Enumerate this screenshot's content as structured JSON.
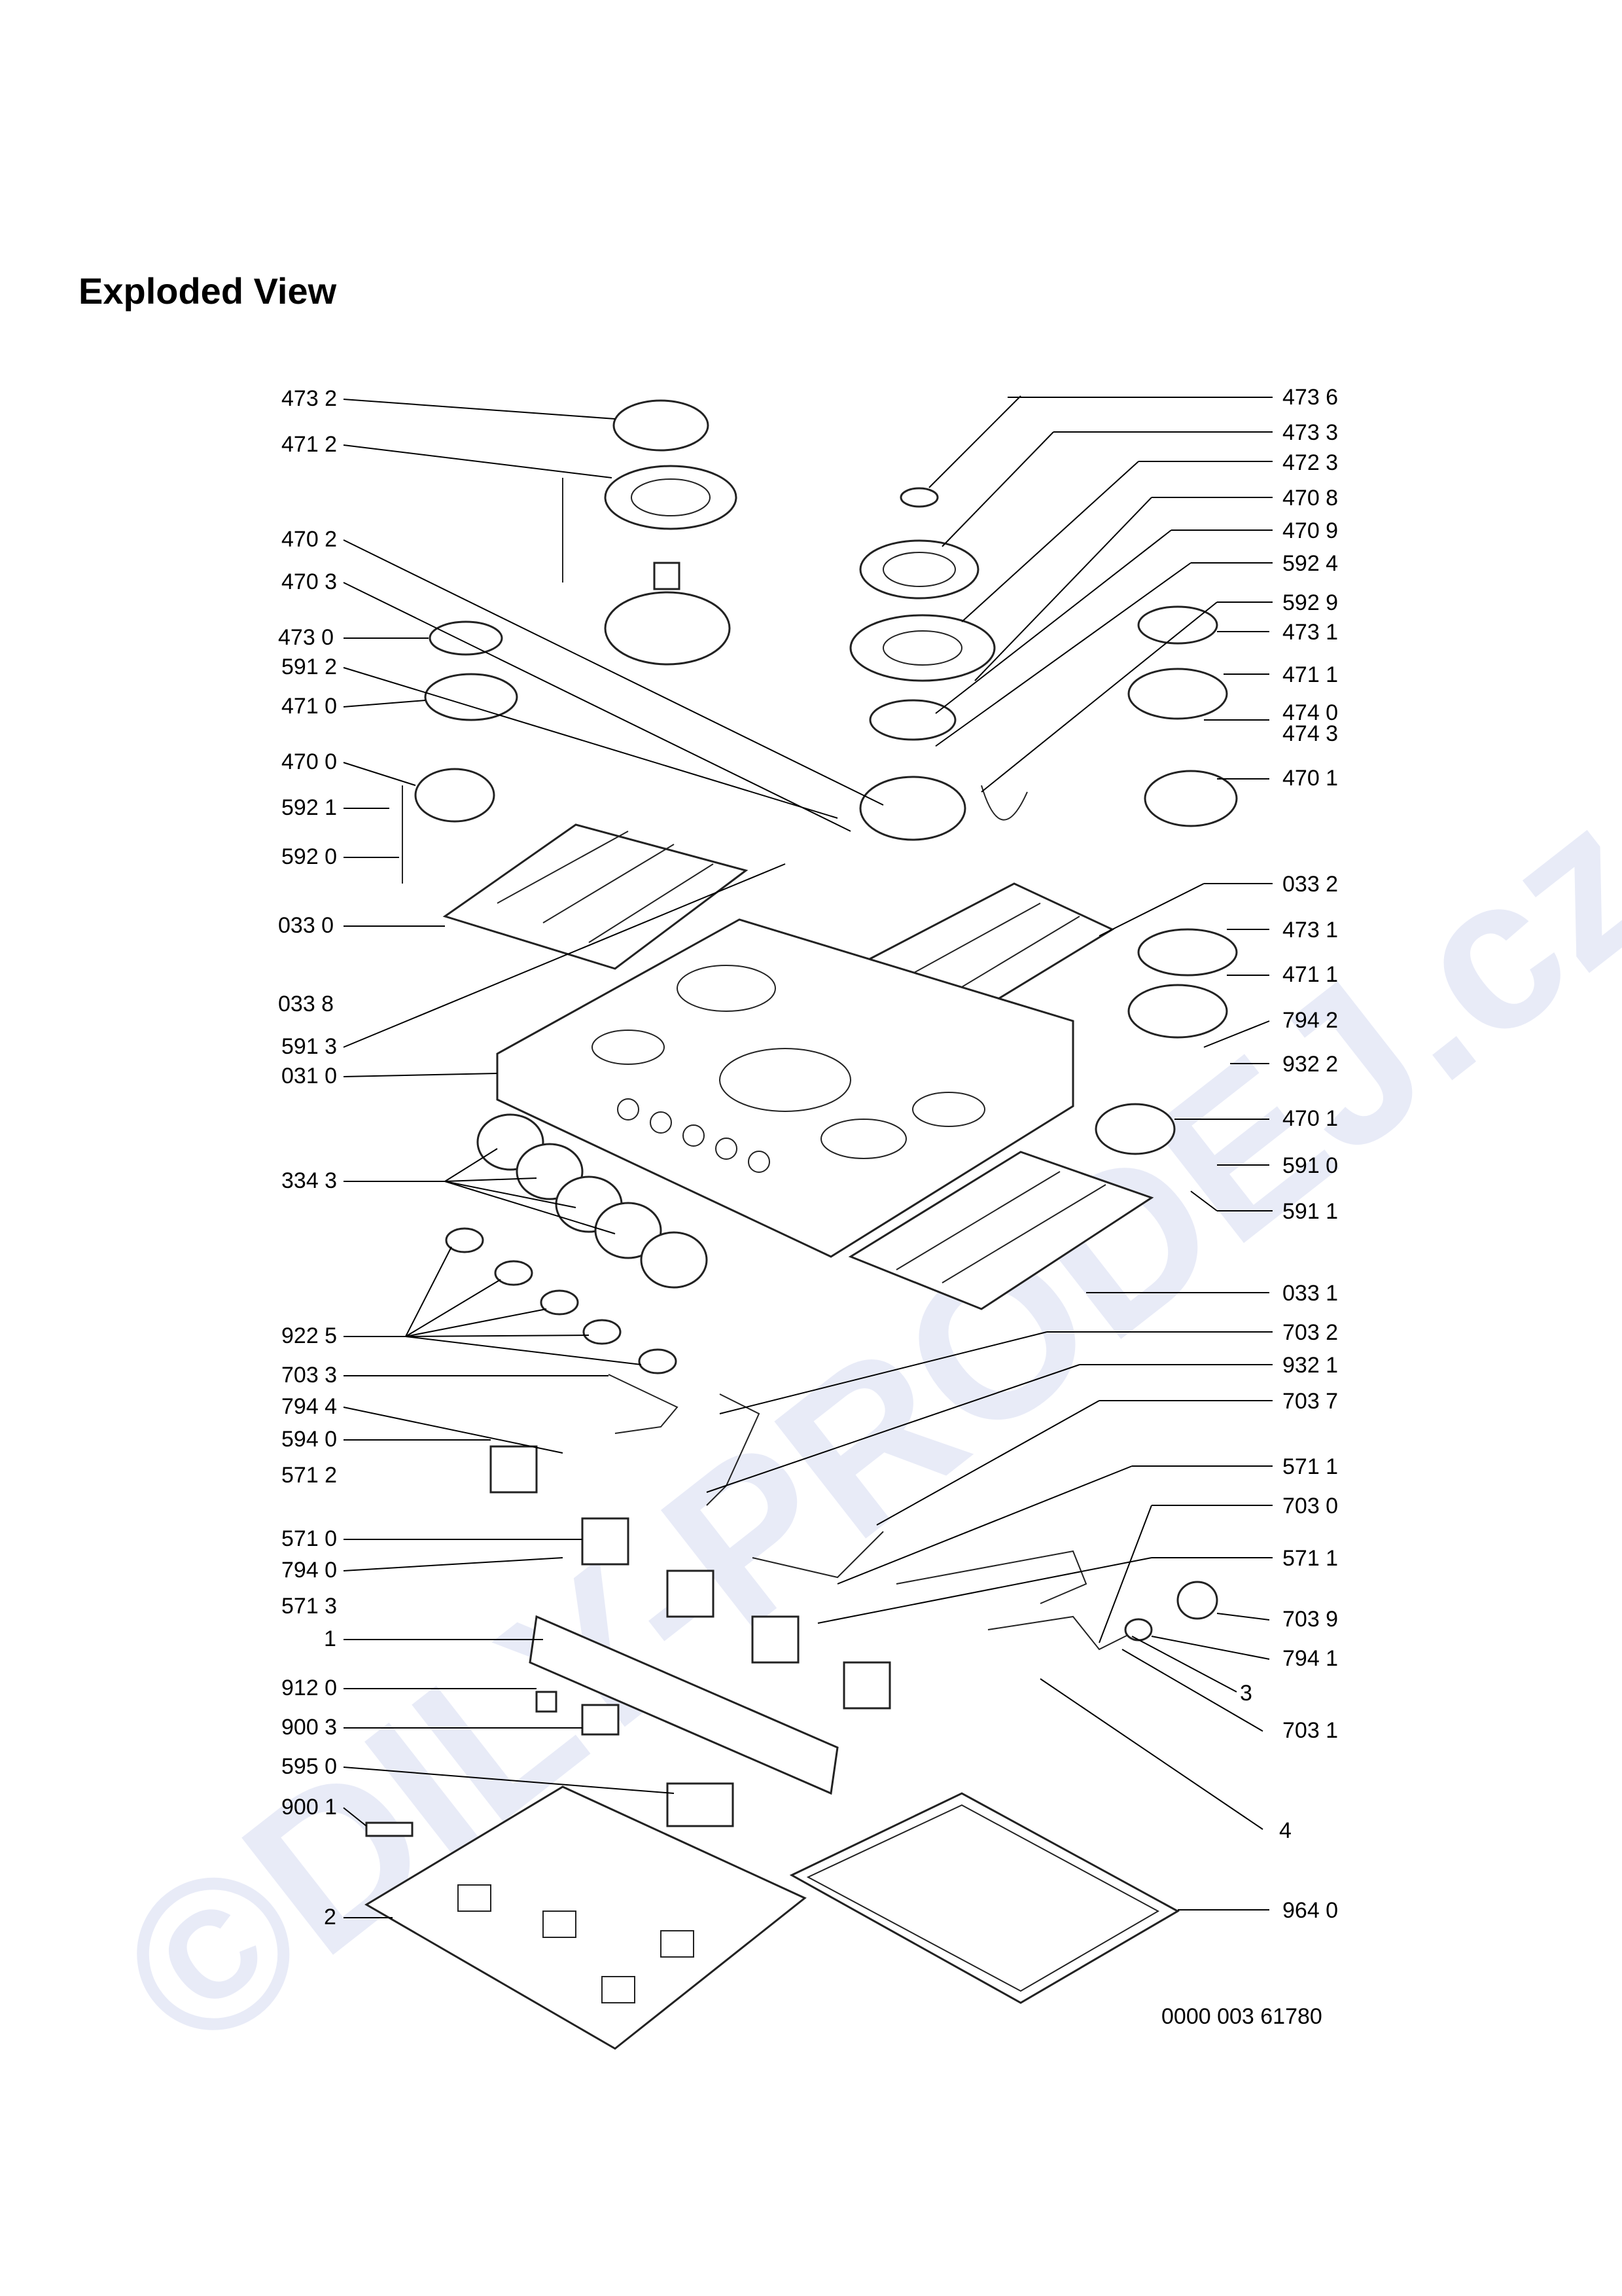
{
  "title": "Exploded View",
  "watermark": "©DILY-PRODEJ.cz",
  "drawing_number": "0000 003 61780",
  "labels_left": [
    "473 2",
    "471 2",
    "470 2",
    "470 3",
    "473 0",
    "591 2",
    "471 0",
    "470 0",
    "592 1",
    "592 0",
    "033 0",
    "033 8",
    "591 3",
    "031 0",
    "334 3",
    "922 5",
    "703 3",
    "794 4",
    "594 0",
    "571 2",
    "571 0",
    "794 0",
    "571 3",
    "1",
    "912 0",
    "900 3",
    "595 0",
    "900 1",
    "2"
  ],
  "labels_right": [
    "473 6",
    "473 3",
    "472 3",
    "470 8",
    "470 9",
    "592 4",
    "592 9",
    "473 1",
    "471 1",
    "474 0",
    "474 3",
    "470 1",
    "033 2",
    "473 1",
    "471 1",
    "794 2",
    "932 2",
    "470 1",
    "591 0",
    "591 1",
    "033 1",
    "703 2",
    "932 1",
    "703 7",
    "571 1",
    "703 0",
    "571 1",
    "703 9",
    "794 1",
    "3",
    "703 1",
    "4",
    "964 0"
  ]
}
